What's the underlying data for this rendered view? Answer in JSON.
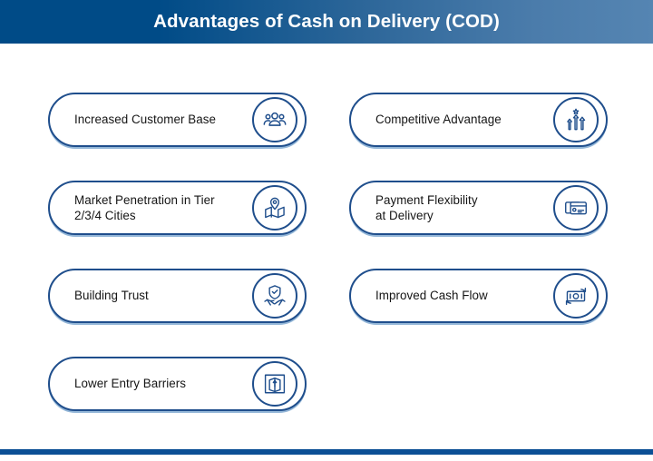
{
  "header": {
    "title": "Advantages of Cash on Delivery (COD)",
    "gradient_start": "#004B87",
    "gradient_end": "#5585B2"
  },
  "theme": {
    "accent": "#1F4E8C",
    "icon_color": "#1F4E8C",
    "text_color": "#151515",
    "background": "#FFFFFF",
    "footer_color": "#0B4F95"
  },
  "cards": [
    {
      "label": "Increased Customer Base",
      "icon": "users-group-icon",
      "column": "left",
      "row": 1
    },
    {
      "label": "Market Penetration in Tier\n2/3/4 Cities",
      "icon": "map-pin-icon",
      "column": "left",
      "row": 2
    },
    {
      "label": "Building Trust",
      "icon": "shield-handshake-icon",
      "column": "left",
      "row": 3
    },
    {
      "label": "Lower Entry Barriers",
      "icon": "open-door-icon",
      "column": "left",
      "row": 4
    },
    {
      "label": "Competitive Advantage",
      "icon": "growth-arrows-icon",
      "column": "right",
      "row": 1
    },
    {
      "label": "Payment Flexibility\nat Delivery",
      "icon": "credit-cards-icon",
      "column": "right",
      "row": 2
    },
    {
      "label": "Improved Cash Flow",
      "icon": "banknote-cycle-icon",
      "column": "right",
      "row": 3
    }
  ],
  "footer": {
    "bar": true
  }
}
